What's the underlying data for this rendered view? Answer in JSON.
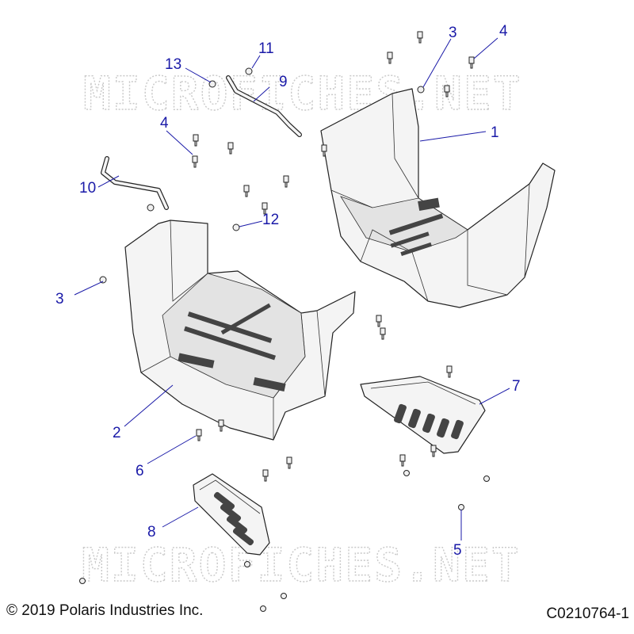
{
  "watermark": {
    "text": "MICROFICHES.NET"
  },
  "callouts": {
    "c1": "1",
    "c2": "2",
    "c3a": "3",
    "c3b": "3",
    "c4a": "4",
    "c4b": "4",
    "c5": "5",
    "c6": "6",
    "c7": "7",
    "c8": "8",
    "c9": "9",
    "c10": "10",
    "c11": "11",
    "c12": "12",
    "c13": "13"
  },
  "footer": {
    "copyright": "© 2019 Polaris Industries Inc.",
    "figure_id": "C0210764-1"
  },
  "colors": {
    "callout": "#1a1aa8",
    "line_art": "#222222",
    "watermark": "#c9c9c9"
  }
}
